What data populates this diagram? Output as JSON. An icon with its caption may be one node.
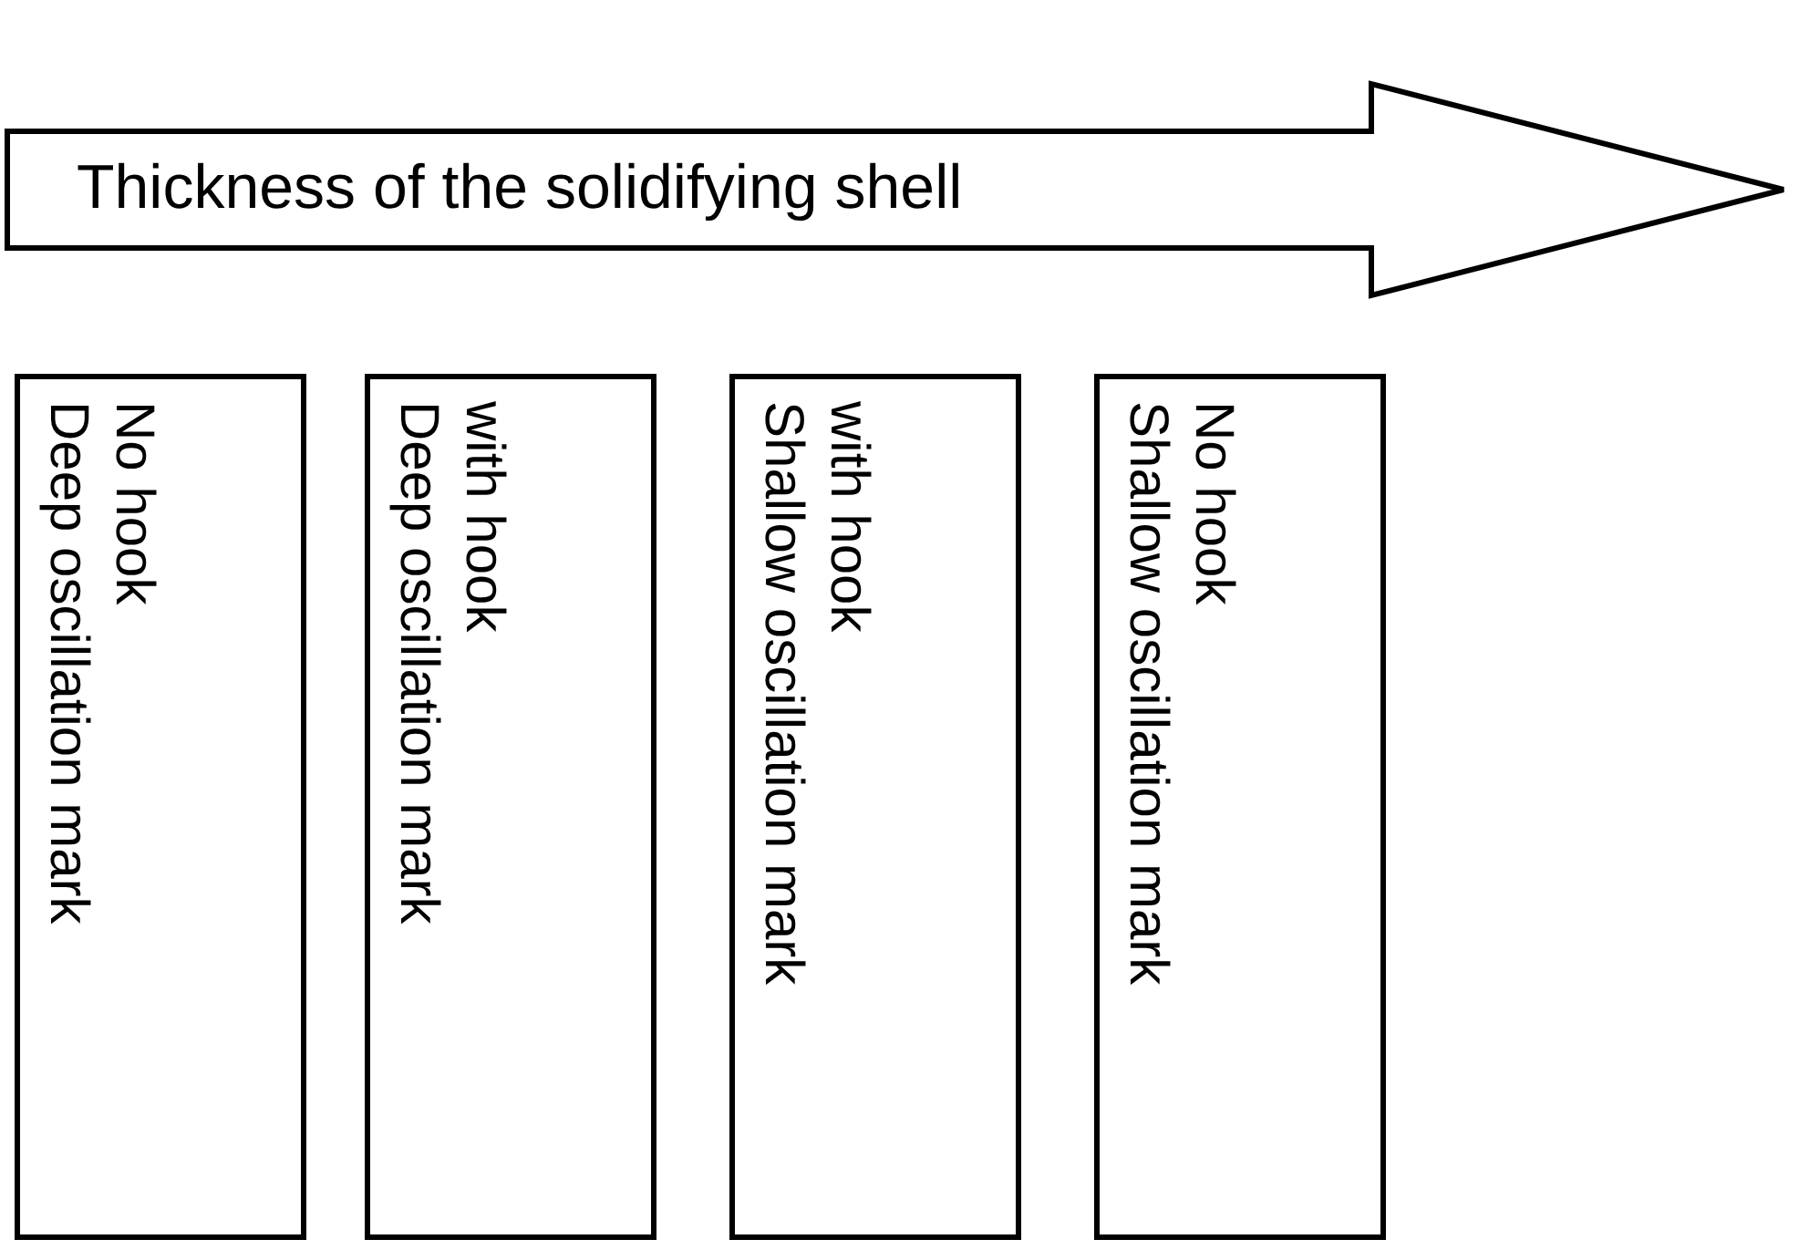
{
  "diagram": {
    "nodes": [
      {
        "text": [
          "Thickness of the solidifying shell"
        ]
      },
      {
        "text": [
          "No hook",
          "Deep oscillation mark"
        ]
      },
      {
        "text": [
          "with hook",
          "Deep oscillation mark"
        ]
      },
      {
        "text": [
          "with hook",
          "Shallow oscillation mark"
        ]
      },
      {
        "text": [
          "No hook",
          "Shallow oscillation mark"
        ]
      }
    ],
    "edges": []
  }
}
